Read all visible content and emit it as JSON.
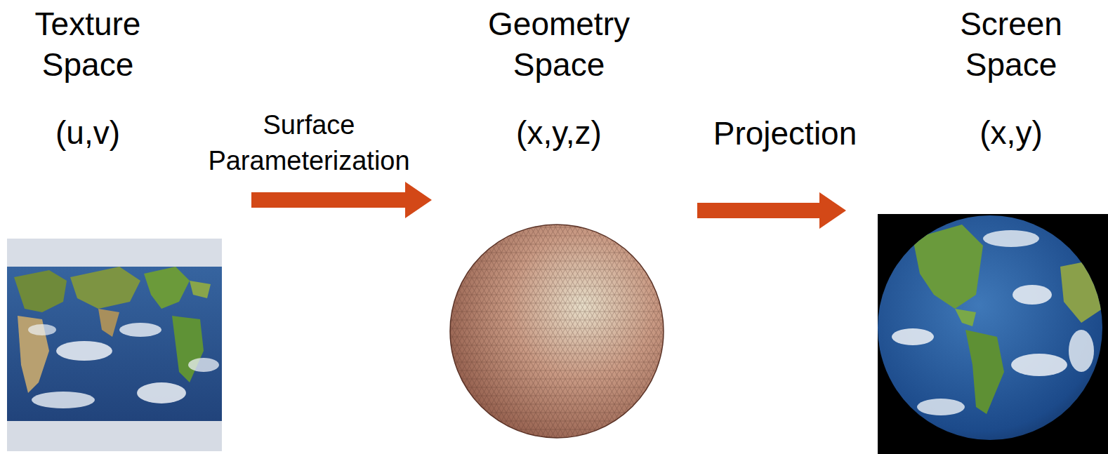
{
  "diagram": {
    "nodes": [
      {
        "text": [
          "Texture Space",
          "(u,v)"
        ]
      },
      {
        "text": [
          "Geometry Space",
          "(x,y,z)"
        ]
      },
      {
        "text": [
          "Screen Space",
          "(x,y)"
        ]
      }
    ],
    "edges": [
      {
        "from": 0,
        "to": 1,
        "arrow": "to",
        "label": "Surface Parameterization"
      },
      {
        "from": 1,
        "to": 2,
        "arrow": "to",
        "label": "Projection"
      }
    ]
  }
}
